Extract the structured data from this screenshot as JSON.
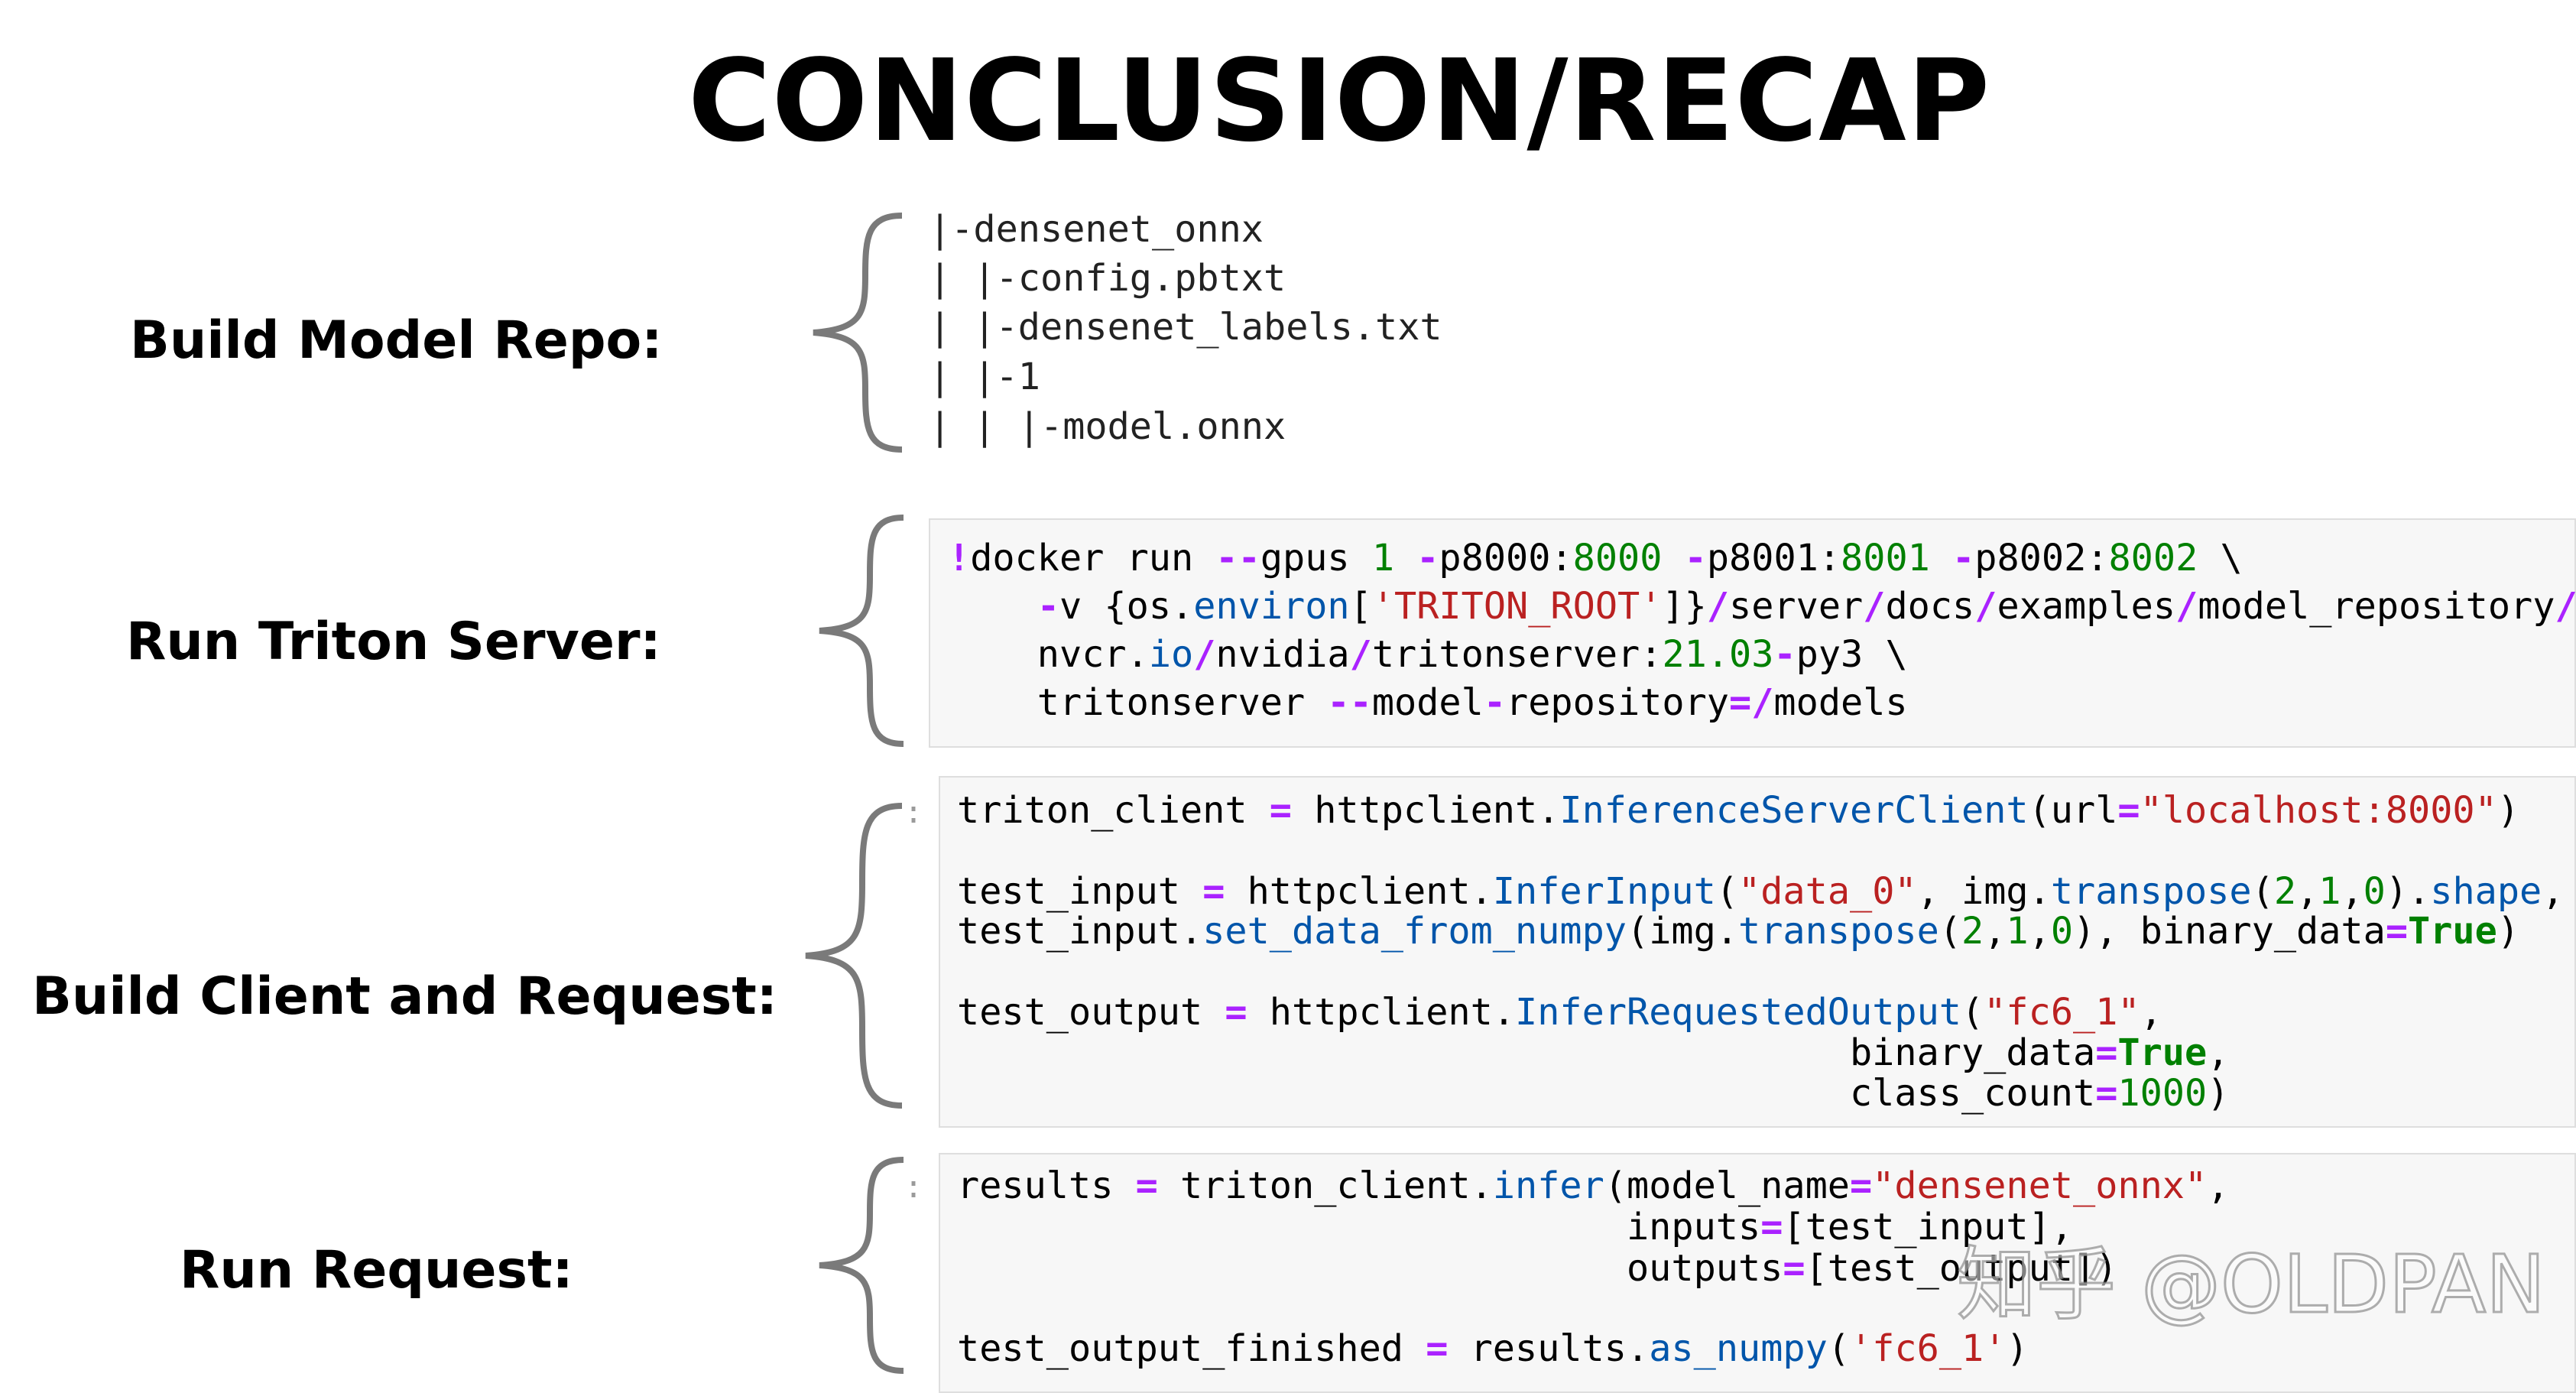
{
  "title": "CONCLUSION/RECAP",
  "sections": [
    {
      "label": "Build Model Repo:"
    },
    {
      "label": "Run Triton Server:"
    },
    {
      "label": "Build Client and Request:"
    },
    {
      "label": "Run Request:"
    }
  ],
  "repo_tree": [
    "|-densenet_onnx",
    "| |-config.pbtxt",
    "| |-densenet_labels.txt",
    "| |-1",
    "| | |-model.onnx"
  ],
  "prompts": {
    "client": ":",
    "request": ":"
  },
  "watermark": "知乎 @OLDPAN",
  "code_colors": {
    "keyword": "#008000",
    "operator": "#aa22ff",
    "string": "#ba2121",
    "name": "#0055aa"
  }
}
